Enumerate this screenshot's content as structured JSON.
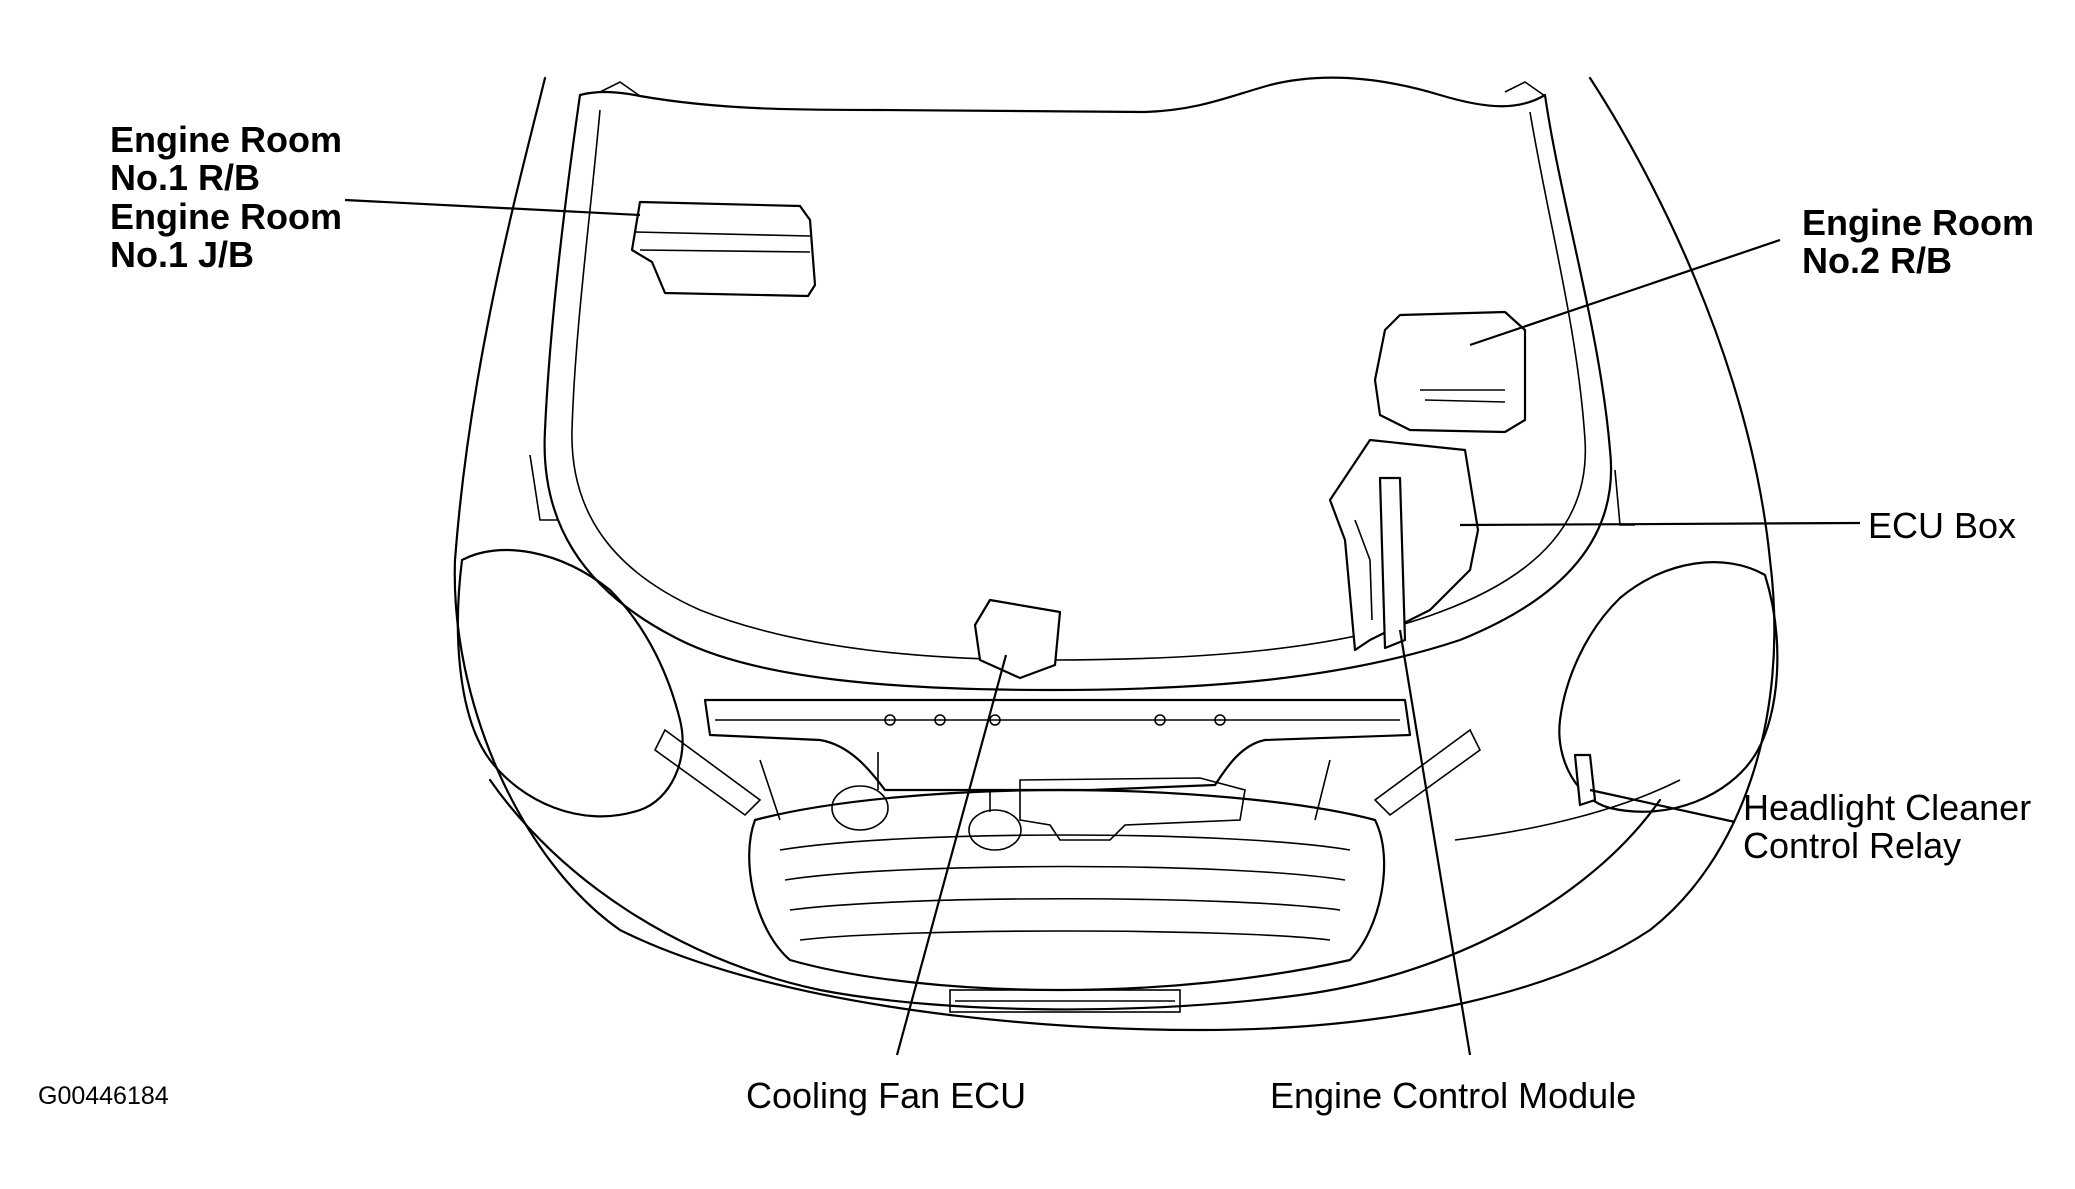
{
  "labels": {
    "engine_room_no1_rb": [
      "Engine Room",
      "No.1 R/B"
    ],
    "engine_room_no1_jb": [
      "Engine Room",
      "No.1 J/B"
    ],
    "engine_room_no2_rb": [
      "Engine Room",
      "No.2 R/B"
    ],
    "ecu_box": "ECU Box",
    "headlight_cleaner_control_relay": [
      "Headlight Cleaner",
      "Control Relay"
    ],
    "cooling_fan_ecu": "Cooling Fan ECU",
    "engine_control_module": "Engine Control Module"
  },
  "figure_id": "G00446184"
}
